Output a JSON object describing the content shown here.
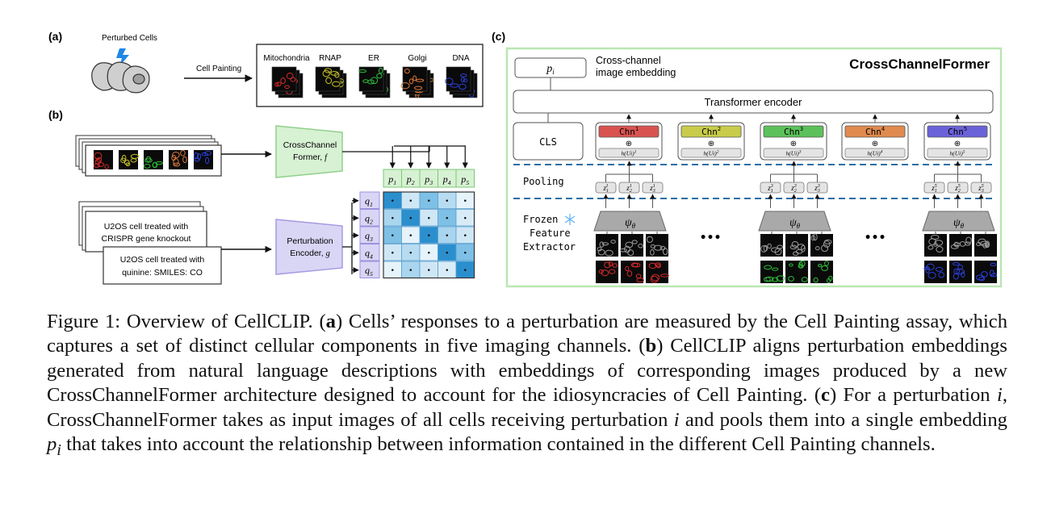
{
  "panel_a": {
    "label": "(a)",
    "cells_label": "Perturbed Cells",
    "arrow_label": "Cell Painting",
    "channels": [
      {
        "name": "Mitochondria",
        "color": "#d42a2a"
      },
      {
        "name": "RNAP",
        "color": "#c9c227"
      },
      {
        "name": "ER",
        "color": "#2fbf3a"
      },
      {
        "name": "Golgi",
        "color": "#d9773a"
      },
      {
        "name": "DNA",
        "color": "#2b3fd6"
      }
    ]
  },
  "panel_b": {
    "label": "(b)",
    "image_encoder": {
      "line1": "CrossChannel",
      "line2": "Former,",
      "symbol": "f"
    },
    "perturbation_encoder": {
      "line1": "Perturbation",
      "line2": "Encoder,",
      "symbol": "g"
    },
    "text_card_1": {
      "line1": "U2OS cell treated with",
      "line2": "CRISPR gene knockout"
    },
    "text_card_2": {
      "line1": "U2OS cell treated with",
      "line2": "quinine: SMILES: CO"
    },
    "p_labels": [
      "p1",
      "p2",
      "p3",
      "p4",
      "p5"
    ],
    "q_labels": [
      "q1",
      "q2",
      "q3",
      "q4",
      "q5"
    ],
    "matrix_dot": "•"
  },
  "panel_c": {
    "label": "(c)",
    "title": "CrossChannelFormer",
    "output_symbol": "p",
    "output_sub": "i",
    "output_text_1": "Cross-channel",
    "output_text_2": "image embedding",
    "transformer": "Transformer encoder",
    "cls": "CLS",
    "pooling": "Pooling",
    "frozen_1": "Frozen",
    "frozen_2": "Feature",
    "frozen_3": "Extractor",
    "psi": "ψθ",
    "ellipsis": "•••",
    "oplus": "⊕",
    "channel_tokens": [
      {
        "label": "Chn1",
        "hu": "h(Ui)1",
        "color": "#d9534f"
      },
      {
        "label": "Chn2",
        "hu": "h(Ui)2",
        "color": "#c8cc4a"
      },
      {
        "label": "Chn3",
        "hu": "h(Ui)3",
        "color": "#5cc15a"
      },
      {
        "label": "Chn4",
        "hu": "h(Ui)4",
        "color": "#e08a4e"
      },
      {
        "label": "Chn5",
        "hu": "h(Ui)5",
        "color": "#6a62d8"
      }
    ],
    "pool_groups": [
      [
        "z11",
        "z21",
        "z31"
      ],
      [
        "z13",
        "z23",
        "z33"
      ],
      [
        "z15",
        "z25",
        "z35"
      ]
    ],
    "colors": {
      "frame": "#b9e6b0",
      "dash": "#2a6fa8",
      "trap": "#a9a9a9"
    }
  },
  "caption": {
    "lead": "Figure 1: Overview of CellCLIP. (",
    "a": "a",
    "t1": ") Cells’ responses to a perturbation are measured by the Cell Painting assay, which captures a set of distinct cellular components in five imaging channels. (",
    "b": "b",
    "t2": ") CellCLIP aligns perturbation embeddings generated from natural language descriptions with embeddings of corresponding images produced by a new CrossChannelFormer architecture designed to account for the idiosyncracies of Cell Painting. (",
    "c": "c",
    "t3": ") For a perturbation ",
    "i1": "i",
    "t4": ", CrossChannelFormer takes as input images of all cells receiving perturbation ",
    "i2": "i",
    "t5": " and pools them into a single embedding ",
    "pi": "p",
    "pi_sub": "i",
    "t6": " that takes into account the relationship between information contained in the different Cell Painting channels."
  }
}
